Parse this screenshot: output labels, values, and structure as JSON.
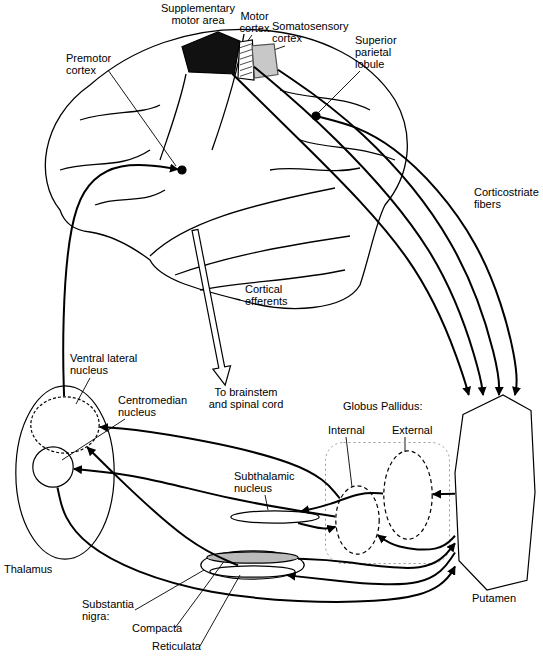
{
  "diagram": {
    "nodes": [
      {
        "text": [
          "Supplementary motor area"
        ]
      },
      {
        "text": [
          "Motor cortex"
        ]
      },
      {
        "text": [
          "Somatosensory cortex"
        ]
      },
      {
        "text": [
          "Superior parietal lobule"
        ]
      },
      {
        "text": [
          "Premotor cortex"
        ]
      },
      {
        "text": [
          "Thalamus"
        ]
      },
      {
        "text": [
          "Ventral lateral nucleus"
        ],
        "in": 5
      },
      {
        "text": [
          "Centromedian nucleus"
        ],
        "in": 5
      },
      {
        "text": [
          "Globus Pallidus:"
        ]
      },
      {
        "text": [
          "Internal"
        ],
        "in": 8
      },
      {
        "text": [
          "External"
        ],
        "in": 8
      },
      {
        "text": [
          "Subthalamic nucleus"
        ]
      },
      {
        "text": [
          "Putamen"
        ]
      },
      {
        "text": [
          "Substantia nigra:"
        ]
      },
      {
        "text": [
          "Compacta"
        ],
        "in": 13
      },
      {
        "text": [
          "Reticulata"
        ],
        "in": 13
      }
    ],
    "edges": [
      {
        "from": 0,
        "to": 12,
        "arrow": "to"
      },
      {
        "from": 1,
        "to": 12,
        "arrow": "to"
      },
      {
        "from": 2,
        "to": 12,
        "arrow": "to"
      },
      {
        "from": 3,
        "to": 12,
        "arrow": "to"
      },
      {
        "from": 6,
        "to": 4,
        "arrow": "to"
      },
      {
        "from": 12,
        "to": 10,
        "arrow": "to"
      },
      {
        "from": 12,
        "to": 9,
        "arrow": "to"
      },
      {
        "from": 10,
        "to": 11,
        "arrow": "to"
      },
      {
        "from": 11,
        "to": 9,
        "arrow": "to"
      },
      {
        "from": 9,
        "to": 6,
        "arrow": "to"
      },
      {
        "from": 9,
        "to": 7,
        "arrow": "to"
      },
      {
        "from": 7,
        "to": 12,
        "arrow": "to"
      },
      {
        "from": 14,
        "to": 12,
        "arrow": "to"
      },
      {
        "from": 12,
        "to": 15,
        "arrow": "to"
      },
      {
        "from": 15,
        "to": 6,
        "arrow": "to"
      }
    ],
    "labels": [
      "Corticostriate fibers",
      "Cortical efferents",
      "To brainstem and spinal cord"
    ]
  }
}
